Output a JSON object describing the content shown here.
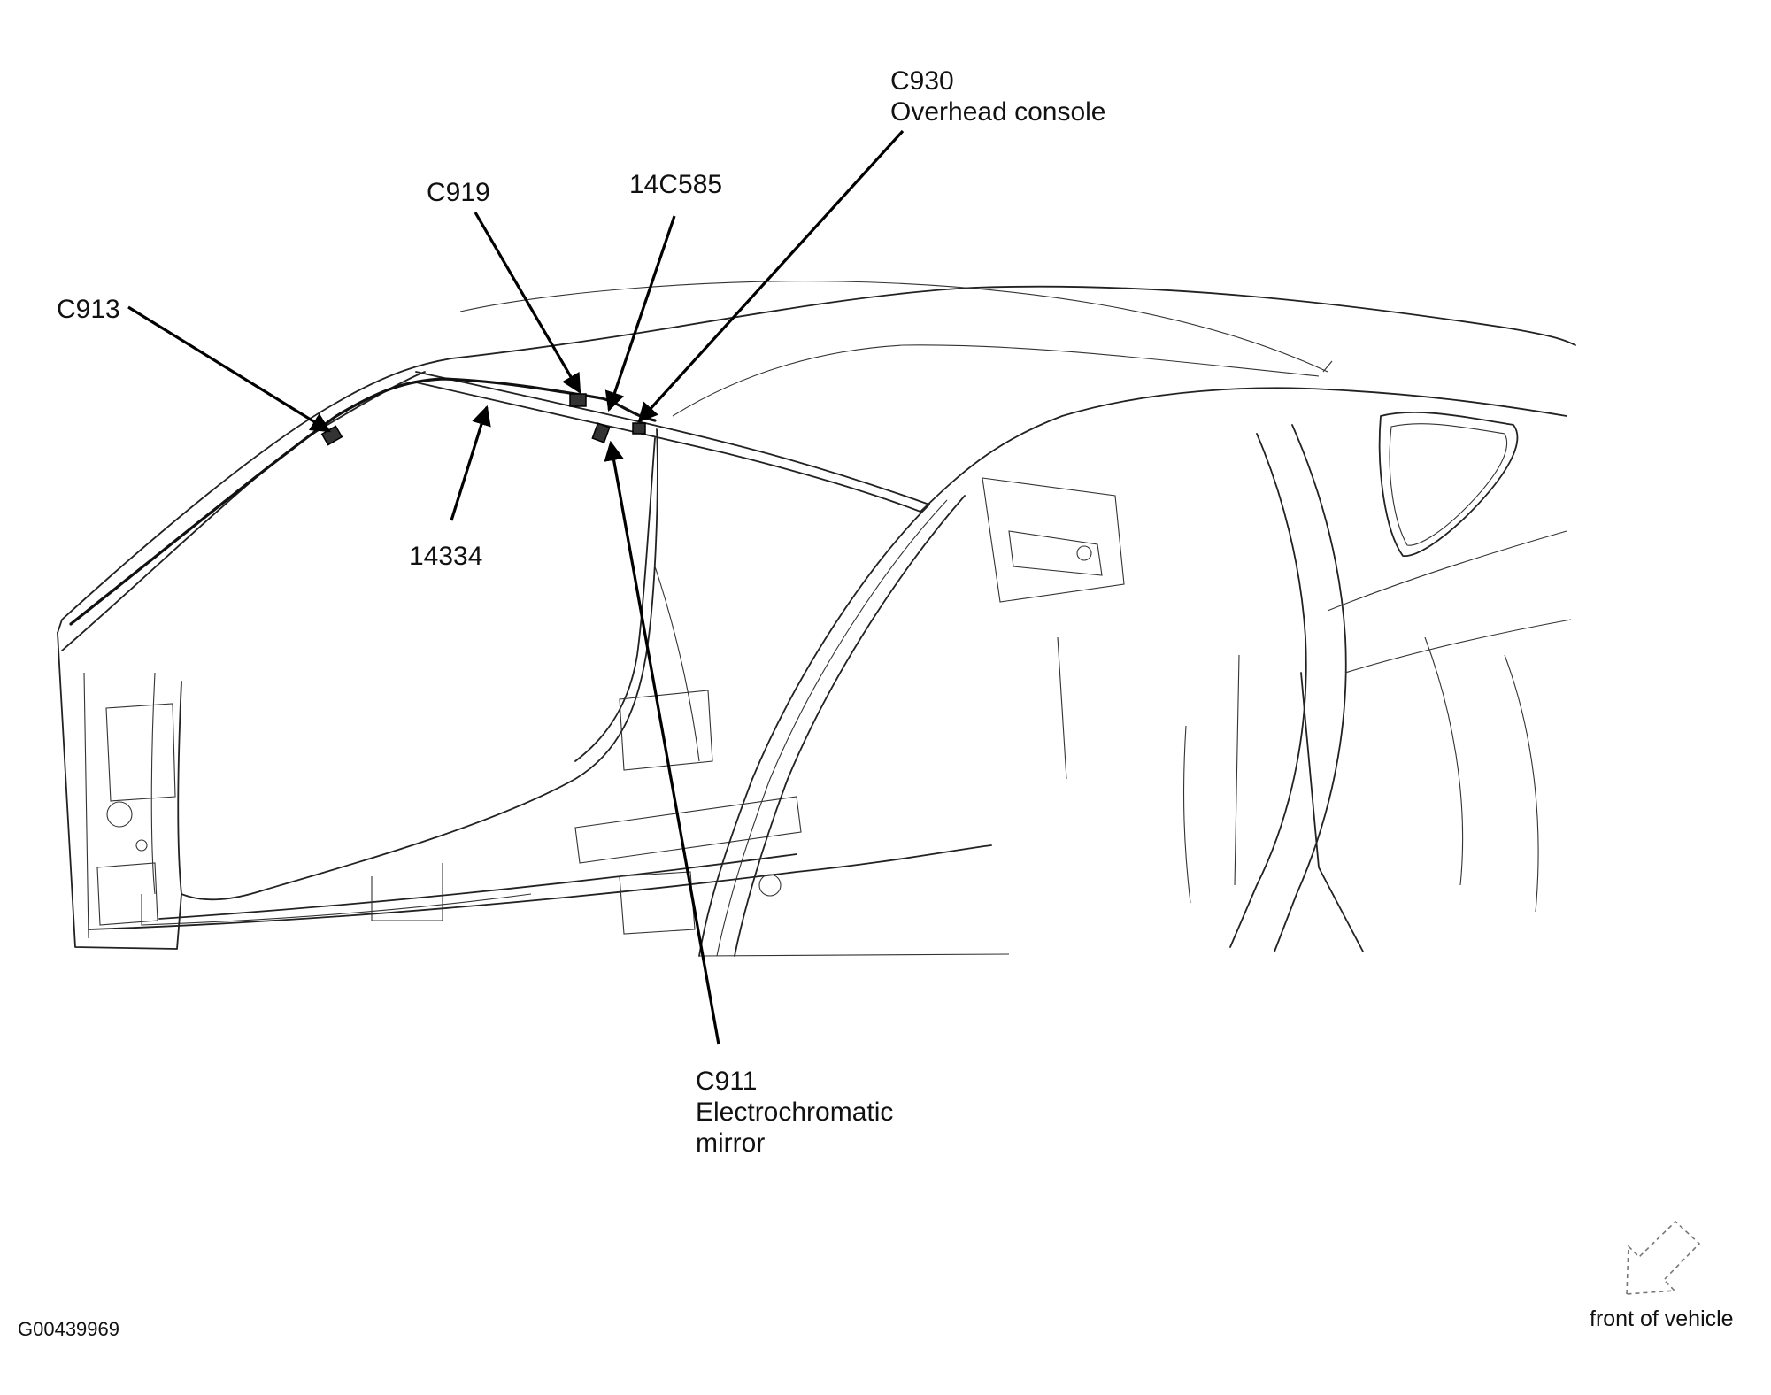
{
  "figure": {
    "id": "G00439969",
    "orientation_label": "front of vehicle"
  },
  "callouts": {
    "c930": {
      "code": "C930",
      "desc": "Overhead console"
    },
    "c919": {
      "code": "C919"
    },
    "p14c585": {
      "code": "14C585"
    },
    "c913": {
      "code": "C913"
    },
    "p14334": {
      "code": "14334"
    },
    "c911": {
      "code": "C911",
      "desc_line1": "Electrochromatic",
      "desc_line2": "mirror"
    }
  },
  "colors": {
    "line_art": "#222222",
    "leader": "#000000",
    "arrow_outline": "#777777"
  },
  "icons": {
    "front_arrow": "dashed-outline-arrow-icon"
  }
}
